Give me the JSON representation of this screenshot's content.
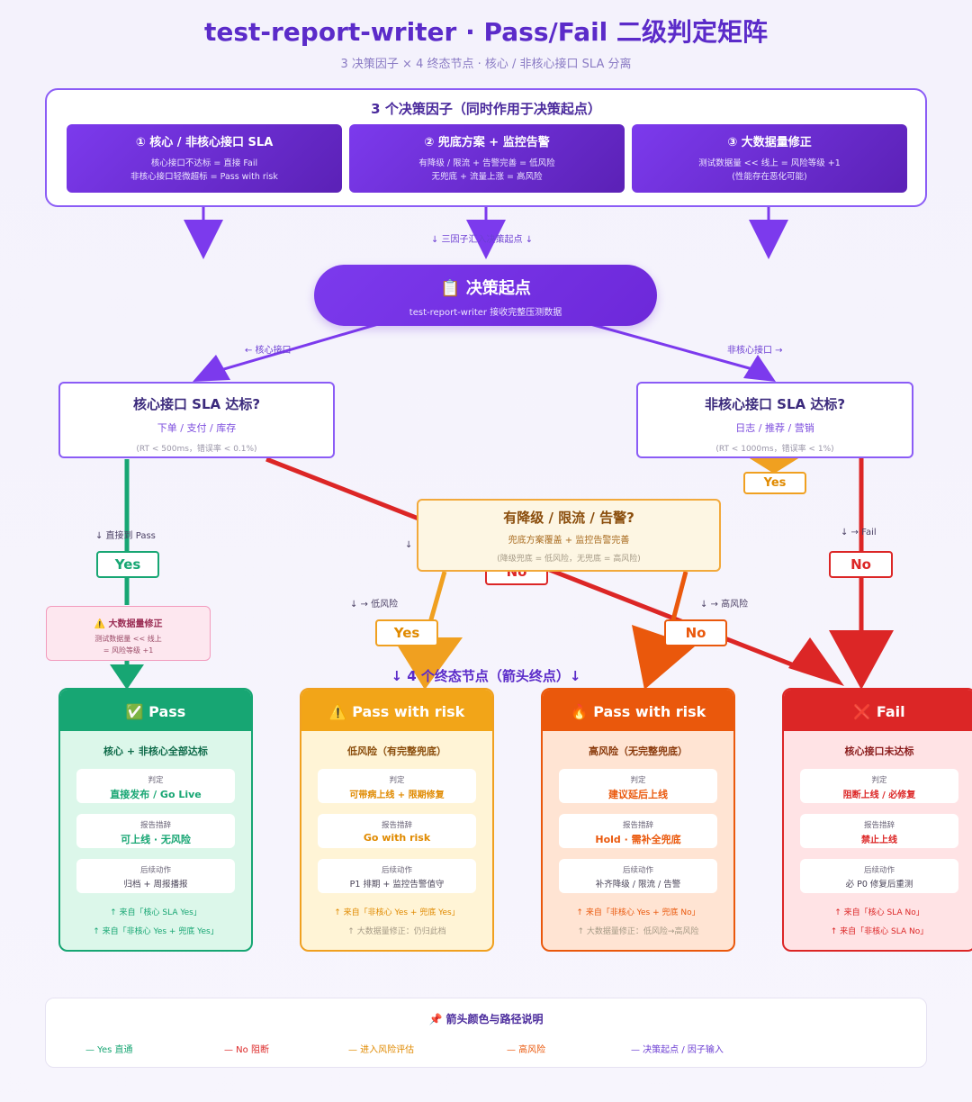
{
  "header": {
    "title": "test-report-writer · Pass/Fail 二级判定矩阵",
    "subtitle": "3 决策因子 × 4 终态节点 · 核心 / 非核心接口 SLA 分离"
  },
  "factors": {
    "title": "3 个决策因子（同时作用于决策起点）",
    "items": [
      {
        "title": "① 核心 / 非核心接口 SLA",
        "line1": "核心接口不达标 = 直接 Fail",
        "line2": "非核心接口轻微超标 = Pass with risk"
      },
      {
        "title": "② 兜底方案 + 监控告警",
        "line1": "有降级 / 限流 + 告警完善 = 低风险",
        "line2": "无兜底 + 流量上涨 = 高风险"
      },
      {
        "title": "③ 大数据量修正",
        "line1": "测试数据量 << 线上 = 风险等级 +1",
        "line2": "(性能存在恶化可能)"
      }
    ],
    "converge_label": "↓ 三因子汇入决策起点 ↓"
  },
  "start": {
    "icon": "📋",
    "title": "决策起点",
    "subtitle": "test-report-writer 接收完整压测数据"
  },
  "branch_labels": {
    "core": "← 核心接口",
    "noncore": "非核心接口 →"
  },
  "core_q": {
    "title": "核心接口 SLA 达标?",
    "sub": "下单 / 支付 / 库存",
    "note": "(RT < 500ms，错误率 < 0.1%)"
  },
  "noncore_q": {
    "title": "非核心接口 SLA 达标?",
    "sub": "日志 / 推荐 / 营销",
    "note": "(RT < 1000ms，错误率 < 1%)"
  },
  "degrade_q": {
    "title": "有降级 / 限流 / 告警?",
    "sub": "兜底方案覆盖 + 监控告警完善",
    "note": "(降级兜底 = 低风险，无兜底 = 高风险)"
  },
  "edges": {
    "core_yes_label": "↓ 直接到 Pass",
    "core_no_label": "↓",
    "noncore_no_label": "↓ → Fail",
    "low_risk_label": "↓ → 低风险",
    "high_risk_label": "↓ → 高风险",
    "yes": "Yes",
    "no": "No"
  },
  "bigdata_mod": {
    "title": "⚠️ 大数据量修正",
    "line1": "测试数据量 << 线上",
    "line2": "= 风险等级 +1"
  },
  "terminal_header": "↓ 4 个终态节点（箭头终点）↓",
  "terminals": [
    {
      "icon": "✅",
      "title": "Pass",
      "sub": "核心 + 非核心全部达标",
      "judge_label": "判定",
      "judge": "直接发布 / Go Live",
      "wording_label": "报告措辞",
      "wording": "可上线 · 无风险",
      "action_label": "后续动作",
      "action": "归档 + 周报播报",
      "from1": "↑ 来自「核心 SLA Yes」",
      "from2": "↑ 来自「非核心 Yes + 兜底 Yes」"
    },
    {
      "icon": "⚠️",
      "title": "Pass with risk",
      "sub": "低风险（有完整兜底）",
      "judge_label": "判定",
      "judge": "可带病上线 + 限期修复",
      "wording_label": "报告措辞",
      "wording": "Go with risk",
      "action_label": "后续动作",
      "action": "P1 排期 + 监控告警值守",
      "from1": "↑ 来自「非核心 Yes + 兜底 Yes」",
      "from2": "↑ 大数据量修正：仍归此档"
    },
    {
      "icon": "🔥",
      "title": "Pass with risk",
      "sub": "高风险（无完整兜底）",
      "judge_label": "判定",
      "judge": "建议延后上线",
      "wording_label": "报告措辞",
      "wording": "Hold · 需补全兜底",
      "action_label": "后续动作",
      "action": "补齐降级 / 限流 / 告警",
      "from1": "↑ 来自「非核心 Yes + 兜底 No」",
      "from2": "↑ 大数据量修正：低风险→高风险"
    },
    {
      "icon": "❌",
      "title": "Fail",
      "sub": "核心接口未达标",
      "judge_label": "判定",
      "judge": "阻断上线 / 必修复",
      "wording_label": "报告措辞",
      "wording": "禁止上线",
      "action_label": "后续动作",
      "action": "必 P0 修复后重测",
      "from1": "↑ 来自「核心 SLA No」",
      "from2": "↑ 来自「非核心 SLA No」"
    }
  ],
  "legend": {
    "title": "📌 箭头颜色与路径说明",
    "items": [
      {
        "label": "— Yes 直通",
        "color": "#17a673"
      },
      {
        "label": "— No 阻断",
        "color": "#dc2626"
      },
      {
        "label": "— 进入风险评估",
        "color": "#f0a020"
      },
      {
        "label": "— 高风险",
        "color": "#ea580c"
      },
      {
        "label": "— 决策起点 / 因子输入",
        "color": "#6d3fd3"
      }
    ]
  },
  "colors": {
    "purple": "#7c3aed",
    "green": "#17a673",
    "red": "#dc2626",
    "amber": "#f0a020",
    "orange": "#ea580c"
  }
}
